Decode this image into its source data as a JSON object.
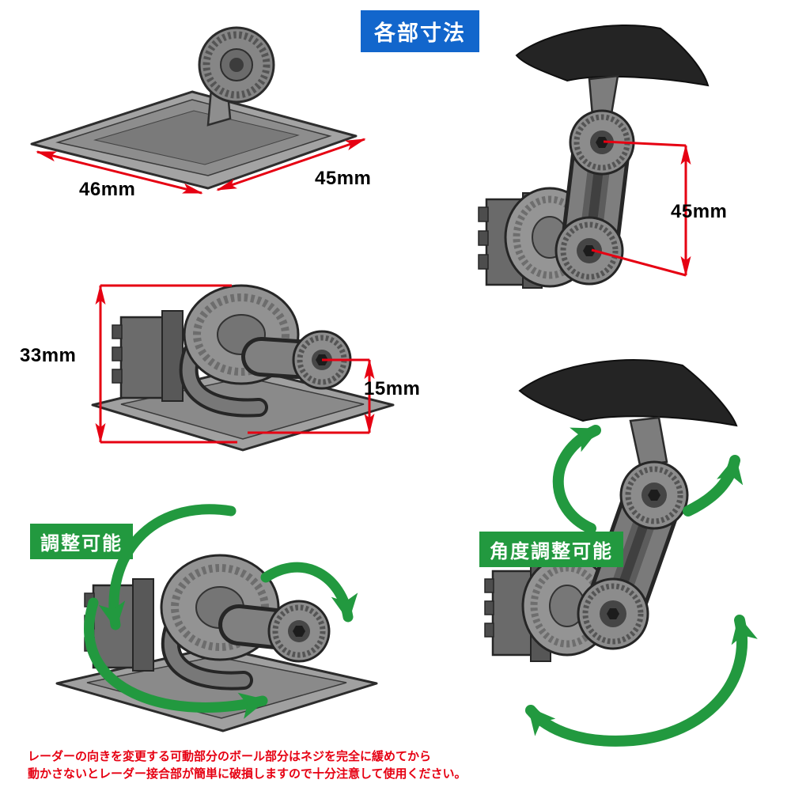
{
  "header": {
    "title": "各部寸法"
  },
  "dimensions": {
    "base_front_edge": "46mm",
    "base_side_edge": "45mm",
    "arm_joint_span": "45mm",
    "mount_total_height": "33mm",
    "ball_center_height": "15mm"
  },
  "callouts": {
    "adjustable": "調整可能",
    "angle_adjustable": "角度調整可能"
  },
  "warning": {
    "line1": "レーダーの向きを変更する可動部分のボール部分はネジを完全に緩めてから",
    "line2": "動かさないとレーダー接合部が簡単に破損しますので十分注意して使用ください。"
  },
  "colors": {
    "badge-blue": "#1266cc",
    "callout-green": "#22993f",
    "dimension-red": "#e60012",
    "warning-red": "#e60012",
    "product-gray": "#919191",
    "product-dark": "#262626"
  }
}
